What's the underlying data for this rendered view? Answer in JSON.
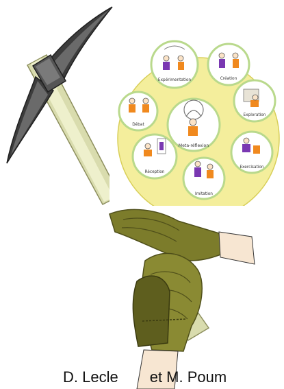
{
  "diagram": {
    "center": "Meta-réflexion",
    "segments": [
      {
        "label": "Expérimentation"
      },
      {
        "label": "Création"
      },
      {
        "label": "Exploration"
      },
      {
        "label": "Exercisation"
      },
      {
        "label": "Imitation"
      },
      {
        "label": "Réception"
      },
      {
        "label": "Débat"
      }
    ],
    "colors": {
      "disc": "#f4ee9c",
      "ring": "#b9d98c",
      "accent": "#f0891e",
      "figure": "#7a38b2"
    }
  },
  "caption": {
    "left": "D. Lecle",
    "right": "et M. Poum"
  },
  "icons": [
    "pickaxe-icon",
    "gloved-hands-icon"
  ]
}
